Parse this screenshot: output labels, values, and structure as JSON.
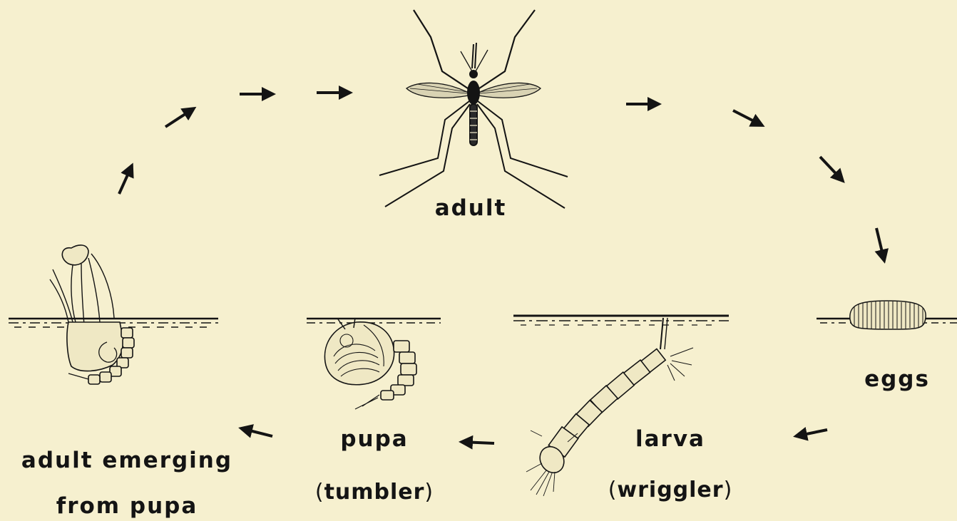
{
  "stages": {
    "adult": "adult",
    "eggs": "eggs",
    "larva": "larva",
    "larva_note": "wriggler",
    "pupa": "pupa",
    "pupa_note": "tumbler",
    "emerging_line1": "adult emerging",
    "emerging_line2": "from pupa"
  },
  "colors": {
    "background": "#f6f0cf",
    "ink": "#141414"
  },
  "icons": [
    "adult-mosquito-icon",
    "egg-raft-icon",
    "larva-icon",
    "pupa-icon",
    "emerging-adult-icon",
    "cycle-arrow-icon",
    "water-surface-line"
  ]
}
